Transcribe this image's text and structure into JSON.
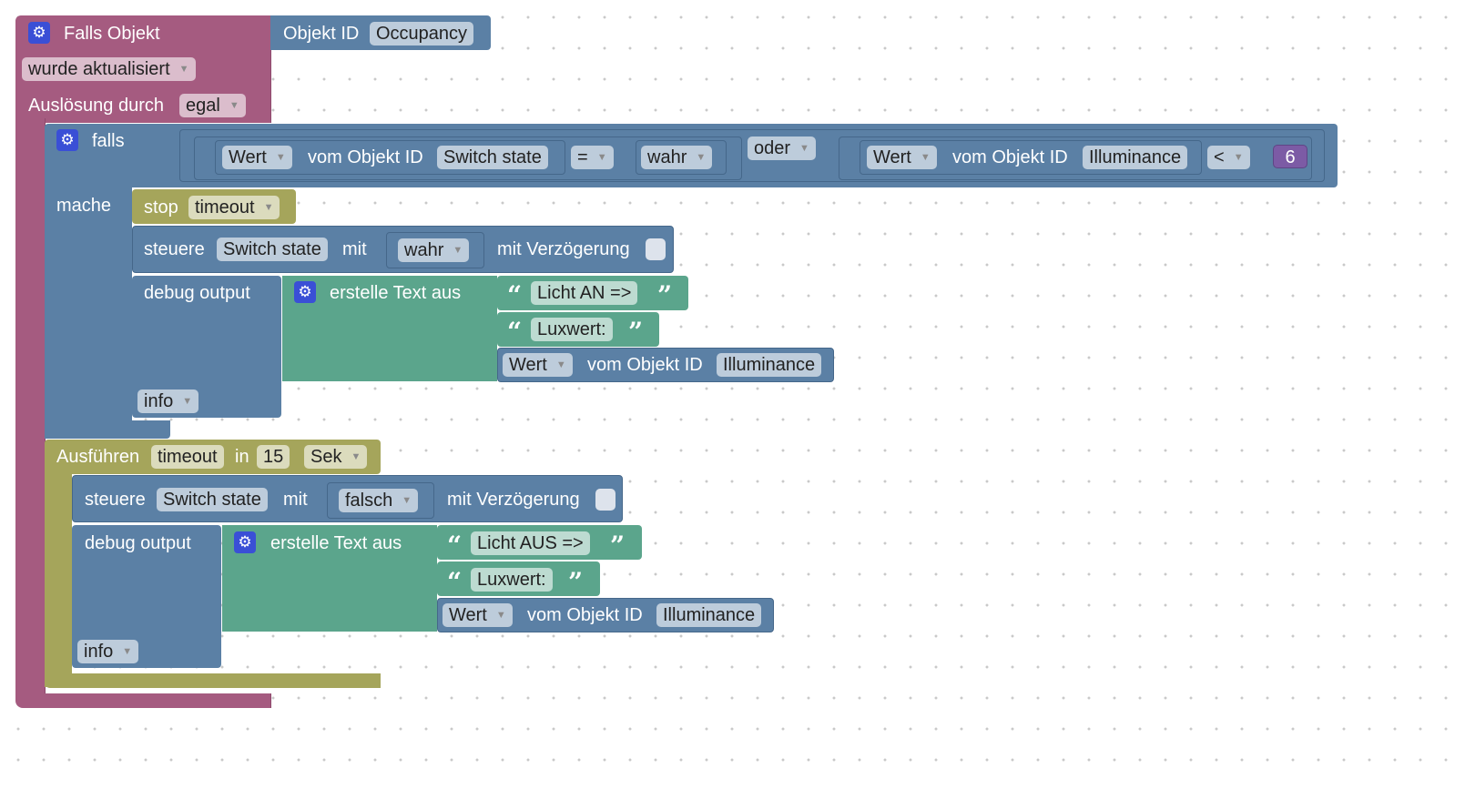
{
  "trigger": {
    "title": "Falls Objekt",
    "object_label": "Objekt ID",
    "object_id": "Occupancy",
    "event": "wurde aktualisiert",
    "trigger_label": "Auslösung durch",
    "trigger_value": "egal"
  },
  "condition": {
    "if_label": "falls",
    "do_label": "mache",
    "left": {
      "value_select": "Wert",
      "object_label": "vom Objekt ID",
      "object_id": "Switch state",
      "operator": "=",
      "compare": "wahr"
    },
    "logic": "oder",
    "right": {
      "value_select": "Wert",
      "object_label": "vom Objekt ID",
      "object_id": "Illuminance",
      "operator": "<",
      "compare": "6"
    }
  },
  "stop": {
    "label": "stop",
    "timer": "timeout"
  },
  "control1": {
    "label": "steuere",
    "object": "Switch state",
    "with_label": "mit",
    "value": "wahr",
    "delay_label": "mit Verzögerung"
  },
  "debug1": {
    "label": "debug output",
    "text_label": "erstelle Text aus",
    "text1": "Licht AN =>",
    "text2": "Luxwert:",
    "value_select": "Wert",
    "object_label": "vom Objekt ID",
    "object_id": "Illuminance",
    "level": "info"
  },
  "timeout": {
    "label": "Ausführen",
    "timer": "timeout",
    "in_label": "in",
    "duration": "15",
    "unit": "Sek"
  },
  "control2": {
    "label": "steuere",
    "object": "Switch state",
    "with_label": "mit",
    "value": "falsch",
    "delay_label": "mit Verzögerung"
  },
  "debug2": {
    "label": "debug output",
    "text_label": "erstelle Text aus",
    "text1": "Licht AUS =>",
    "text2": "Luxwert:",
    "value_select": "Wert",
    "object_label": "vom Objekt ID",
    "object_id": "Illuminance",
    "level": "info"
  },
  "icons": {
    "gear": "gear-icon",
    "dropdown": "dropdown-arrow-icon",
    "quote_open": "“",
    "quote_close": "”"
  },
  "colors": {
    "event_block": "#a55b80",
    "logic_block": "#5b80a5",
    "text_block": "#5ba58c",
    "timer_block": "#a5a55b",
    "gear_badge": "#3a4fd6"
  }
}
